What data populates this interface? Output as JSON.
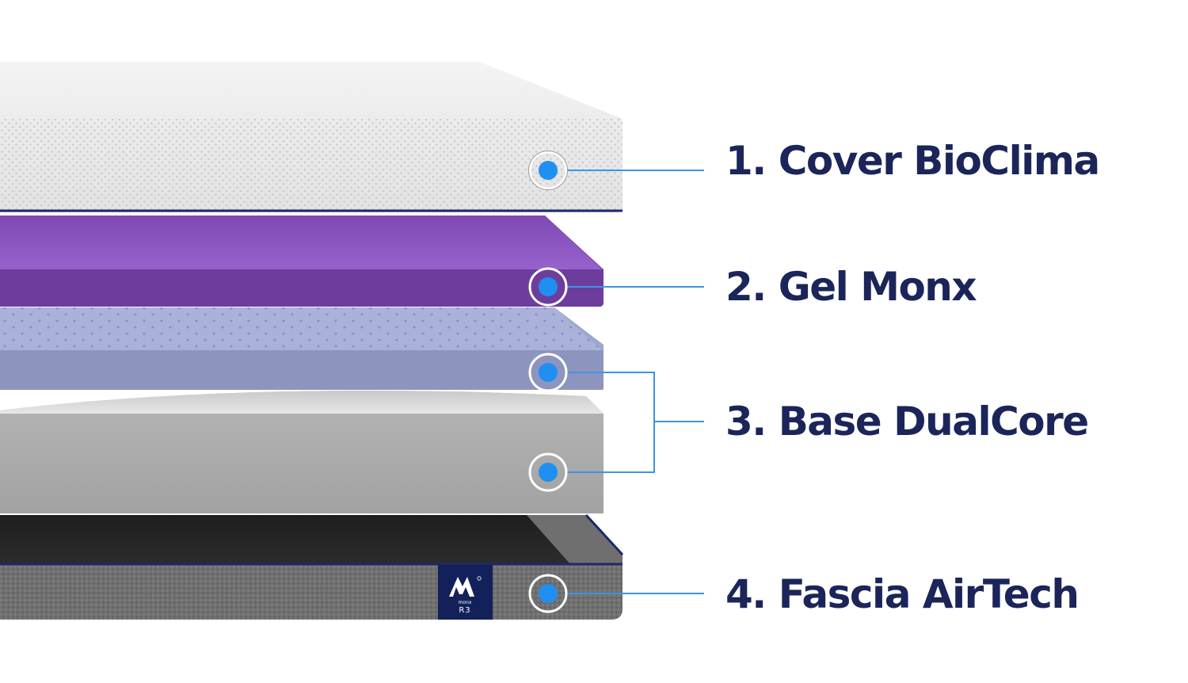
{
  "layers": [
    {
      "label": "1. Cover BioClima"
    },
    {
      "label": "2. Gel Monx"
    },
    {
      "label": "3. Base DualCore"
    },
    {
      "label": "4. Fascia AirTech"
    }
  ],
  "badge": {
    "brand_text": "monx",
    "model_text": "R3"
  },
  "colors": {
    "label_text": "#1b2559",
    "leader_line": "#3f93e6",
    "marker_dot": "#1f8ff2",
    "cover": "#efefef",
    "gel": "#8e59c5",
    "base_top": "#9fa6d0",
    "base_bottom": "#a9a9a9",
    "fascia": "#6d6d6d",
    "piping": "#1b2a6b"
  }
}
